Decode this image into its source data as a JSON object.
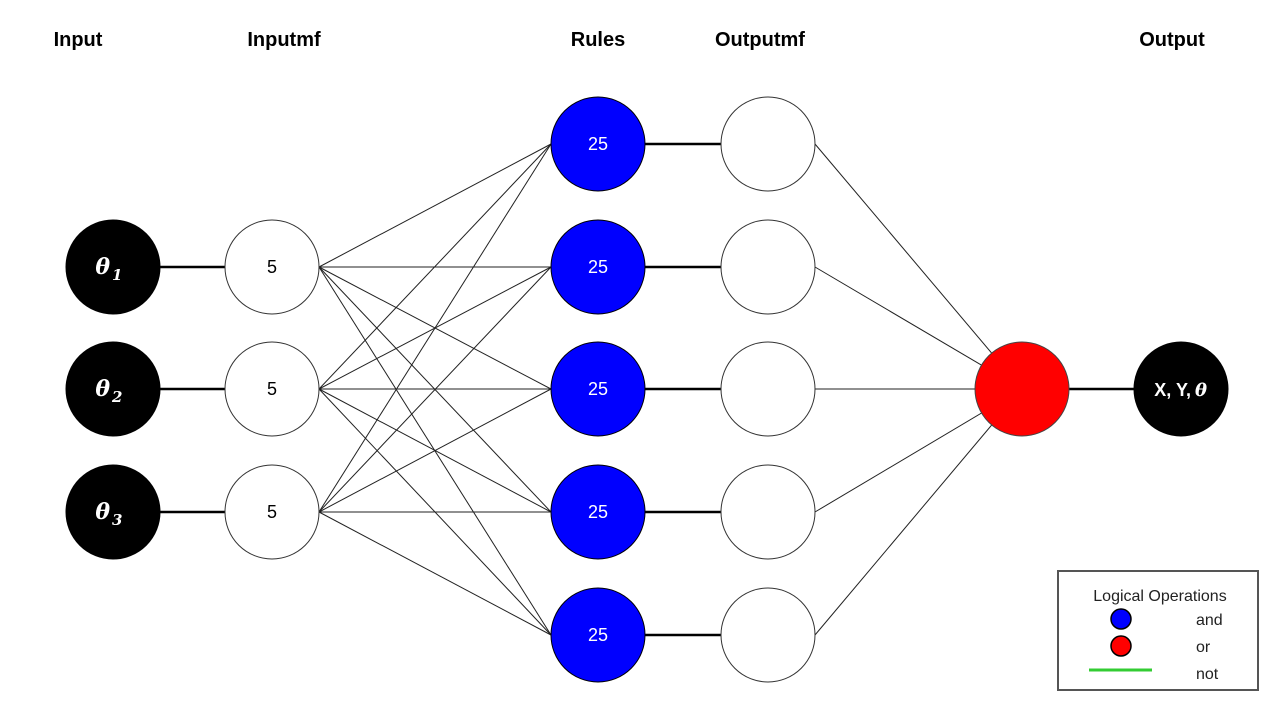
{
  "columns": {
    "input": "Input",
    "inputmf": "Inputmf",
    "rules": "Rules",
    "outputmf": "Outputmf",
    "output": "Output"
  },
  "inputs": [
    {
      "symbol": "θ",
      "sub": "1"
    },
    {
      "symbol": "θ",
      "sub": "2"
    },
    {
      "symbol": "θ",
      "sub": "3"
    }
  ],
  "inputmf_nodes": [
    "5",
    "5",
    "5"
  ],
  "rule_nodes": [
    "25",
    "25",
    "25",
    "25",
    "25"
  ],
  "outputmf_count": 5,
  "output_node": {
    "text": "X, Y,",
    "theta": "θ"
  },
  "legend": {
    "title": "Logical Operations",
    "items": [
      {
        "label": "and",
        "color": "#0000ff",
        "kind": "circle"
      },
      {
        "label": "or",
        "color": "#ff0000",
        "kind": "circle"
      },
      {
        "label": "not",
        "color": "#33cc33",
        "kind": "line"
      }
    ]
  },
  "colors": {
    "input_fill": "#000000",
    "rule_fill": "#0000ff",
    "aggregator_fill": "#ff0000",
    "output_fill": "#000000"
  }
}
